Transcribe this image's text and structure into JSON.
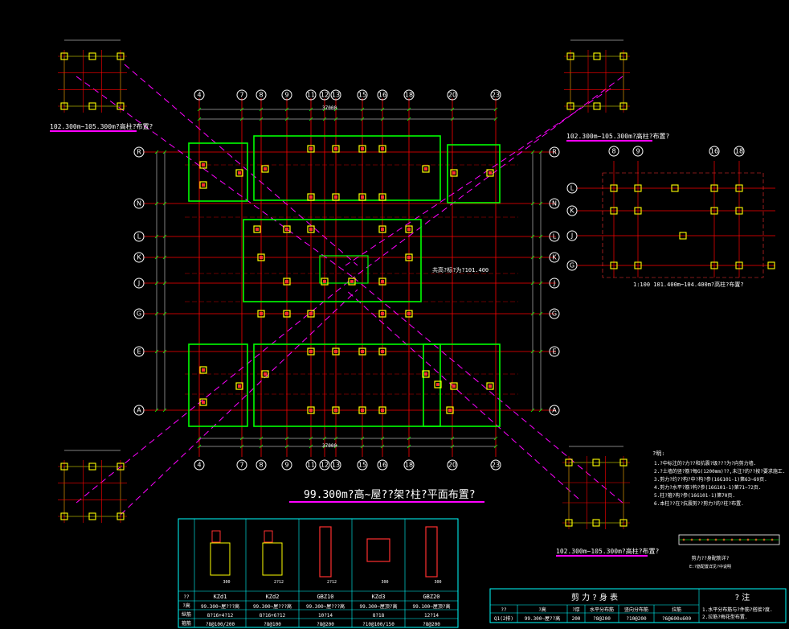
{
  "main_title": "99.300m?高~屋??架?柱?平面布置?",
  "axis_top": [
    "4",
    "7",
    "8",
    "9",
    "11",
    "12",
    "13",
    "15",
    "16",
    "18",
    "20",
    "23"
  ],
  "axis_side": [
    "R",
    "N",
    "L",
    "K",
    "J",
    "G",
    "E",
    "A"
  ],
  "dim_top": "37000",
  "dim_bottom": "37000",
  "labels": {
    "upper_left_plan": "102.300m~105.300m?高柱?布置?",
    "upper_right_plan": "102.300m~105.300m?高柱?布置?",
    "lower_right_plan": "102.300m~105.300m?高柱?布置?",
    "right_plan": "1:100 101.400m~104.400m?高柱?布置?",
    "center_note": "共高?标?为?101.400"
  },
  "right_plan_axes": {
    "top": [
      "8",
      "9",
      "16",
      "18"
    ],
    "side": [
      "L",
      "K",
      "J",
      "G"
    ]
  },
  "notes": {
    "heading": "?明:",
    "lines": [
      "1.?中标注的?力??和抗震?级???为?向剪力墙.",
      "2.?土墙的竖?筋?每G(1200mm)??,未注?的??按?要求施工.",
      "3.剪力?约??构?中?构?参(16G101-1)第63~69页.",
      "4.剪力?水平?筋?构?参(16G101-1)第71~72页.",
      "5.柱?箍?构?参(16G101-1)第70页.",
      "6.本柱??在?抗震剪??剪力?的?柱?布置."
    ]
  },
  "column_table": {
    "headers": [
      "KZd1",
      "KZd2",
      "GBZ10",
      "KZd3",
      "GBZ20"
    ],
    "row_labels": [
      "??",
      "?高",
      "纵筋",
      "箍筋"
    ],
    "rows": [
      [
        "99.300~屋???高",
        "99.300~屋???高",
        "99.300~屋???高",
        "99.300~屋顶?高",
        "99.100~屋顶?高"
      ],
      [
        "8?16+4?12",
        "8?16+6?12",
        "10?14",
        "8?18",
        "12?14"
      ],
      [
        "?8@100/200",
        "?8@100",
        "?8@200",
        "?10@100/150",
        "?8@200"
      ]
    ],
    "dims": [
      "300",
      "2?12",
      "2?12",
      "300",
      "300"
    ]
  },
  "wall_table": {
    "title": "剪 力 ? 身 表",
    "note_title": "? 注",
    "headers": [
      "??",
      "?高",
      "?厚",
      "水平分布筋",
      "竖向分布筋",
      "拉筋"
    ],
    "row": [
      "Q1(2排)",
      "99.300~屋??高",
      "200",
      "?8@200",
      "?10@200",
      "?6@600x600"
    ],
    "note_lines": [
      "1.水平分布筋与?件筋?搭接?度.",
      "2.拉筋?梅花型布置."
    ]
  },
  "detail_caption": "剪力??身配筋详?",
  "detail_subcaption": "E:?筋配置详见?中说明",
  "colors": {
    "grid": "#ff0000",
    "axis": "#ffffff",
    "wall": "#00ff00",
    "column": "#ffff00",
    "diag": "#ff00ff",
    "table": "#00ffff"
  }
}
